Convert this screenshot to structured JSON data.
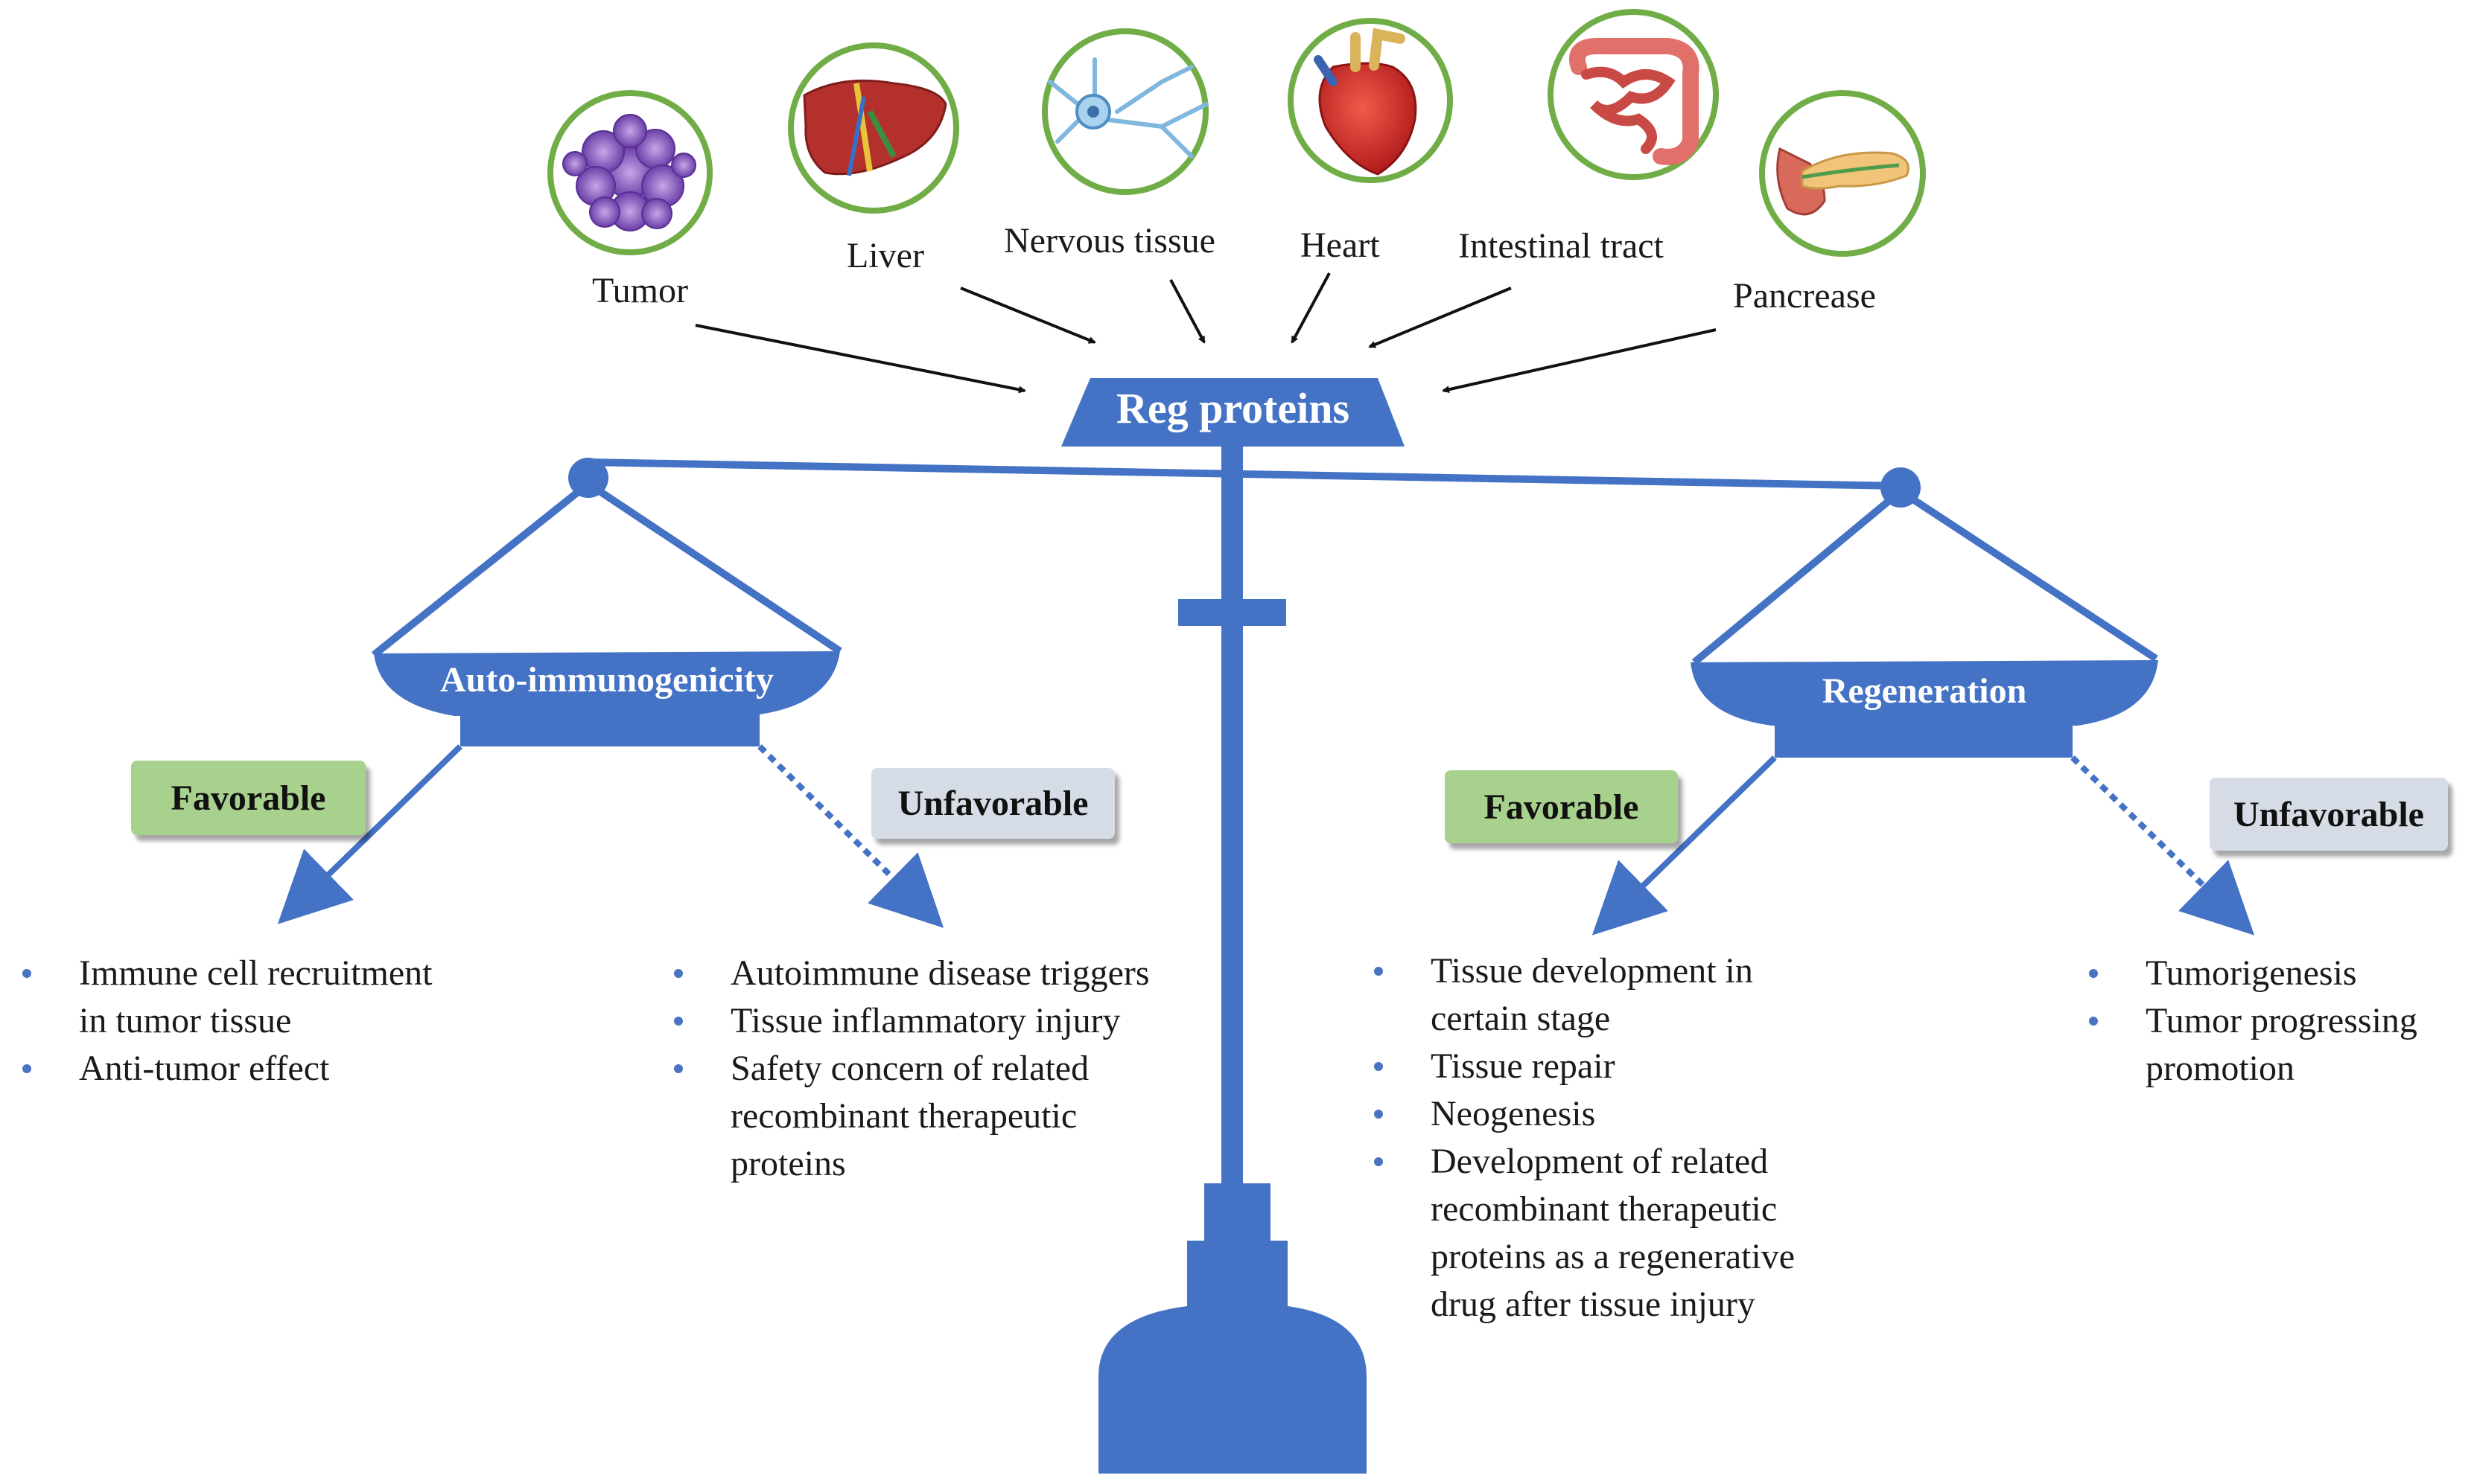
{
  "center": {
    "title": "Reg proteins"
  },
  "organs": [
    {
      "label": "Tumor",
      "icon": "tumor-icon"
    },
    {
      "label": "Liver",
      "icon": "liver-icon"
    },
    {
      "label": "Nervous tissue",
      "icon": "neuron-icon"
    },
    {
      "label": "Heart",
      "icon": "heart-icon"
    },
    {
      "label": "Intestinal tract",
      "icon": "intestine-icon"
    },
    {
      "label": "Pancrease",
      "icon": "pancreas-icon"
    }
  ],
  "left_pan": {
    "title": "Auto-immunogenicity",
    "favorable": {
      "label": "Favorable",
      "items": [
        [
          "Immune cell recruitment",
          "in tumor tissue"
        ],
        [
          "Anti-tumor effect"
        ]
      ]
    },
    "unfavorable": {
      "label": "Unfavorable",
      "items": [
        [
          "Autoimmune disease triggers"
        ],
        [
          "Tissue inflammatory injury"
        ],
        [
          "Safety concern of related",
          "recombinant therapeutic",
          "proteins"
        ]
      ]
    }
  },
  "right_pan": {
    "title": "Regeneration",
    "favorable": {
      "label": "Favorable",
      "items": [
        [
          "Tissue development in",
          "certain stage"
        ],
        [
          "Tissue repair"
        ],
        [
          "Neogenesis"
        ],
        [
          "Development of related",
          "recombinant therapeutic",
          "proteins as a regenerative",
          "drug after tissue injury"
        ]
      ]
    },
    "unfavorable": {
      "label": "Unfavorable",
      "items": [
        [
          "Tumorigenesis"
        ],
        [
          "Tumor progressing",
          "promotion"
        ]
      ]
    }
  },
  "colors": {
    "scale": "#4472c4",
    "ring": "#70ad47",
    "favorable": "#a9d18e",
    "unfavorable": "#d6dce5",
    "bullet": "#4a73c2"
  }
}
